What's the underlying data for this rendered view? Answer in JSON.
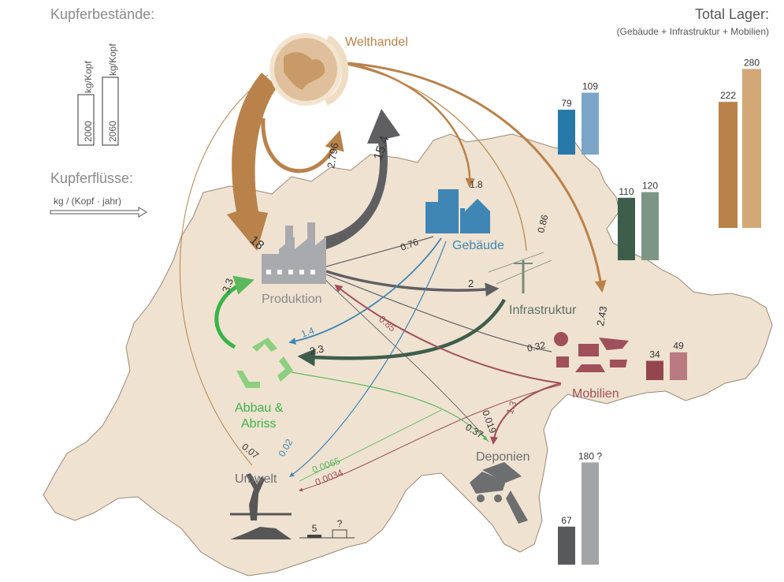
{
  "colors": {
    "welthandel": "#b9824a",
    "production": "#5f5f62",
    "gebaeude": "#3f86b5",
    "infrastruktur": "#3f5d4c",
    "mobilien": "#a0505a",
    "abbau": "#39b44a",
    "deponien": "#6d6e70",
    "map": "#efe2d1",
    "grey_text": "#8a8a8c"
  },
  "legend": {
    "bestaende_title": "Kupferbestände:",
    "unit_stock": "kg/Kopf",
    "year_2000": "2000",
    "year_2060": "2060",
    "fluesse_title": "Kupferflüsse:",
    "unit_flow": "kg / (Kopf · jahr)"
  },
  "total": {
    "title": "Total Lager:",
    "subtitle": "(Gebäude + Infrastruktur + Mobilien)",
    "v2000": "222",
    "v2060": "280"
  },
  "nodes": {
    "welthandel": "Welthandel",
    "gebaeude": "Gebäude",
    "produktion": "Produktion",
    "infrastruktur": "Infrastruktur",
    "abbau_line1": "Abbau &",
    "abbau_line2": "Abriss",
    "mobilien": "Mobilien",
    "deponien": "Deponien",
    "umwelt": "Umwelt"
  },
  "flows": {
    "import_18": "18",
    "export_154": "15.4",
    "loop_2796": "2.796",
    "wh_geb": "1.8",
    "wh_infra": "0.86",
    "wh_mob": "2.43",
    "wh_umwelt": "0.07",
    "prod_geb": "0.76",
    "prod_infra": "2",
    "prod_mob": "0.32",
    "mob_prod": "0.85",
    "geb_abbau": "1.4",
    "infra_abbau": "2.3",
    "abbau_prod": "3.3",
    "geb_umwelt": "0.02",
    "abbau_dep": "0.37",
    "prod_dep": "0.019",
    "mob_dep": "1.3",
    "abbau_umwelt": "0.0065",
    "mob_umwelt": "0.0034"
  },
  "stocks": {
    "gebaeude": {
      "v2000": "79",
      "v2060": "109"
    },
    "infrastruktur": {
      "v2000": "110",
      "v2060": "120"
    },
    "mobilien": {
      "v2000": "34",
      "v2060": "49"
    },
    "deponien": {
      "v2000": "67",
      "v2060": "180 ?"
    },
    "umwelt": {
      "v2000": "5",
      "v2060": "?"
    }
  },
  "chart_data": {
    "type": "bar",
    "categories": [
      "Total Lager",
      "Gebäude",
      "Infrastruktur",
      "Mobilien",
      "Deponien",
      "Umwelt"
    ],
    "series": [
      {
        "name": "2000",
        "values": [
          222,
          79,
          110,
          34,
          67,
          5
        ]
      },
      {
        "name": "2060",
        "values": [
          280,
          109,
          120,
          49,
          180,
          null
        ]
      }
    ]
  }
}
